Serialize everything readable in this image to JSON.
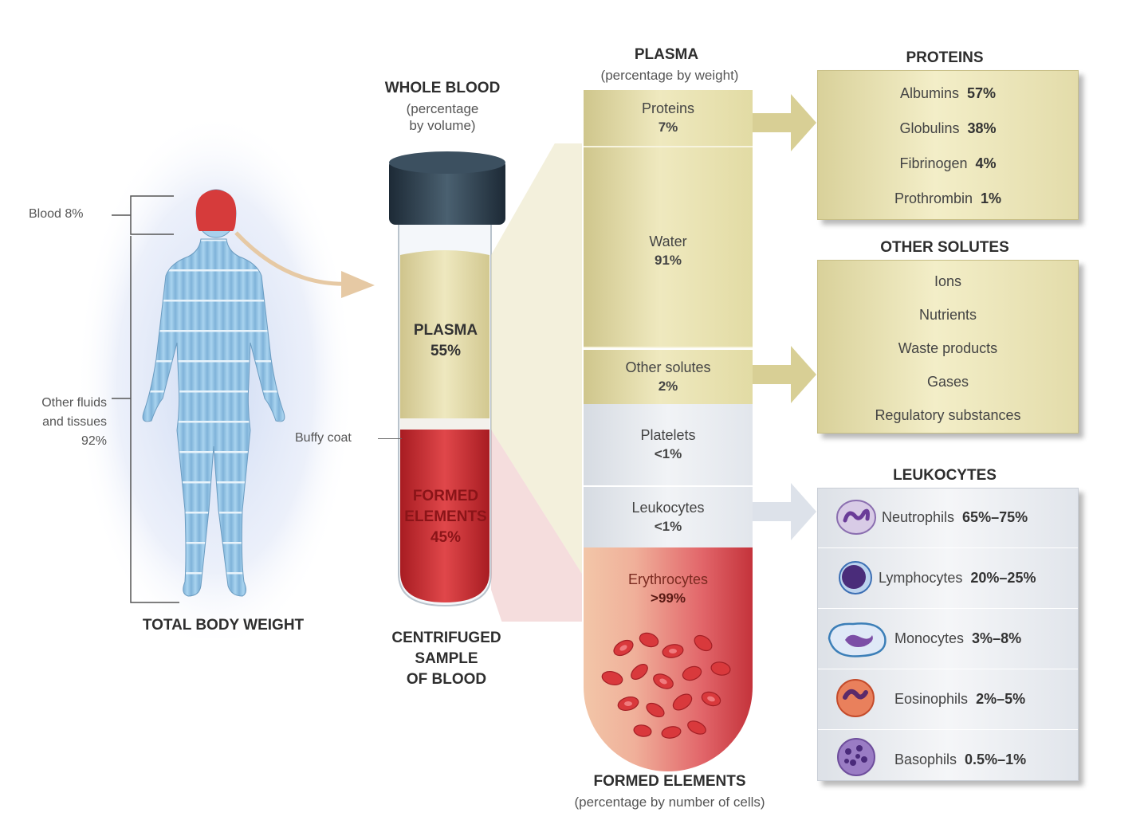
{
  "left": {
    "blood_label": "Blood 8%",
    "other_label_l1": "Other fluids",
    "other_label_l2": "and tissues",
    "other_label_l3": "92%",
    "title": "TOTAL BODY WEIGHT"
  },
  "tube": {
    "header": "WHOLE BLOOD",
    "sub_l1": "(percentage",
    "sub_l2": "by volume)",
    "plasma_label": "PLASMA",
    "plasma_pct": "55%",
    "formed_l1": "FORMED",
    "formed_l2": "ELEMENTS",
    "formed_pct": "45%",
    "buffy_coat": "Buffy coat",
    "bottom_l1": "CENTRIFUGED",
    "bottom_l2": "SAMPLE",
    "bottom_l3": "OF BLOOD"
  },
  "plasma": {
    "header": "PLASMA",
    "sub": "(percentage by weight)",
    "segments": [
      {
        "label": "Proteins",
        "pct": "7%"
      },
      {
        "label": "Water",
        "pct": "91%"
      },
      {
        "label": "Other solutes",
        "pct": "2%"
      }
    ]
  },
  "formed": {
    "segments": [
      {
        "label": "Platelets",
        "pct": "<1%"
      },
      {
        "label": "Leukocytes",
        "pct": "<1%"
      },
      {
        "label": "Erythrocytes",
        "pct": ">99%"
      }
    ],
    "footer": "FORMED ELEMENTS",
    "footer_sub": "(percentage by number of cells)"
  },
  "proteins": {
    "header": "PROTEINS",
    "items": [
      {
        "name": "Albumins",
        "pct": "57%"
      },
      {
        "name": "Globulins",
        "pct": "38%"
      },
      {
        "name": "Fibrinogen",
        "pct": "4%"
      },
      {
        "name": "Prothrombin",
        "pct": "1%"
      }
    ]
  },
  "other_solutes": {
    "header": "OTHER SOLUTES",
    "items": [
      "Ions",
      "Nutrients",
      "Waste products",
      "Gases",
      "Regulatory substances"
    ]
  },
  "leukocytes": {
    "header": "LEUKOCYTES",
    "items": [
      {
        "name": "Neutrophils",
        "pct": "65%–75%"
      },
      {
        "name": "Lymphocytes",
        "pct": "20%–25%"
      },
      {
        "name": "Monocytes",
        "pct": "3%–8%"
      },
      {
        "name": "Eosinophils",
        "pct": "2%–5%"
      },
      {
        "name": "Basophils",
        "pct": "0.5%–1%"
      }
    ]
  },
  "colors": {
    "blood": "#c62a2e",
    "plasma_tan": "#e6e0ad",
    "body_blue": "#8fc3e6",
    "cap": "#2c3d4b",
    "arrow_tan": "#d8cf95",
    "arrow_grey": "#dde2ea"
  }
}
